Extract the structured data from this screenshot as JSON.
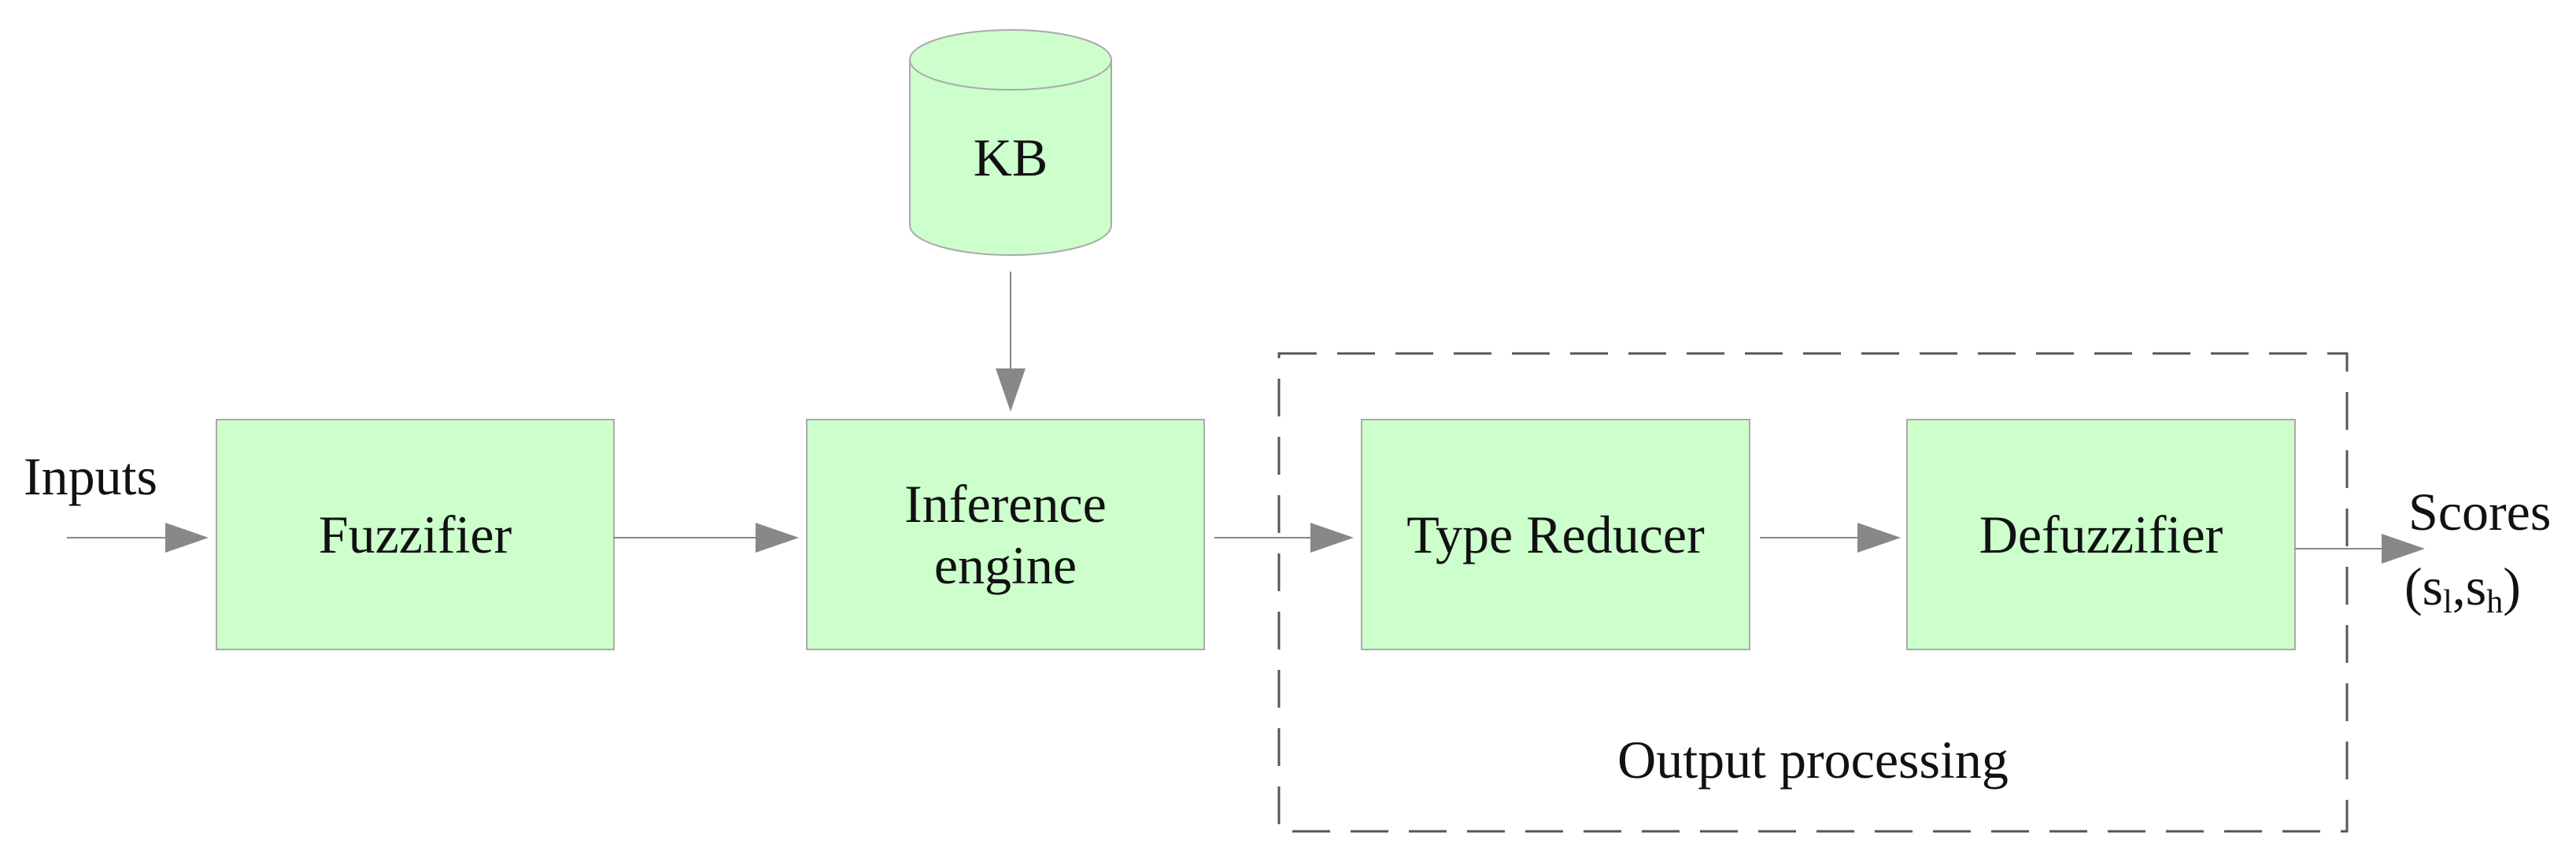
{
  "diagram": {
    "title": "",
    "inputs_label": "Inputs",
    "kb_label": "KB",
    "blocks": {
      "fuzzifier": "Fuzzifier",
      "inference_line1": "Inference",
      "inference_line2": "engine",
      "type_reducer": "Type Reducer",
      "defuzzifier": "Defuzzifier"
    },
    "output_group_label": "Output processing",
    "scores": {
      "label": "Scores",
      "open_paren": "(s",
      "sub_low": "l",
      "comma": ",s",
      "sub_high": "h",
      "close_paren": ")"
    },
    "colors": {
      "block_fill": "#ccffcc",
      "block_stroke": "#aaaaaa",
      "arrow": "#888888",
      "dash": "#555555"
    }
  }
}
